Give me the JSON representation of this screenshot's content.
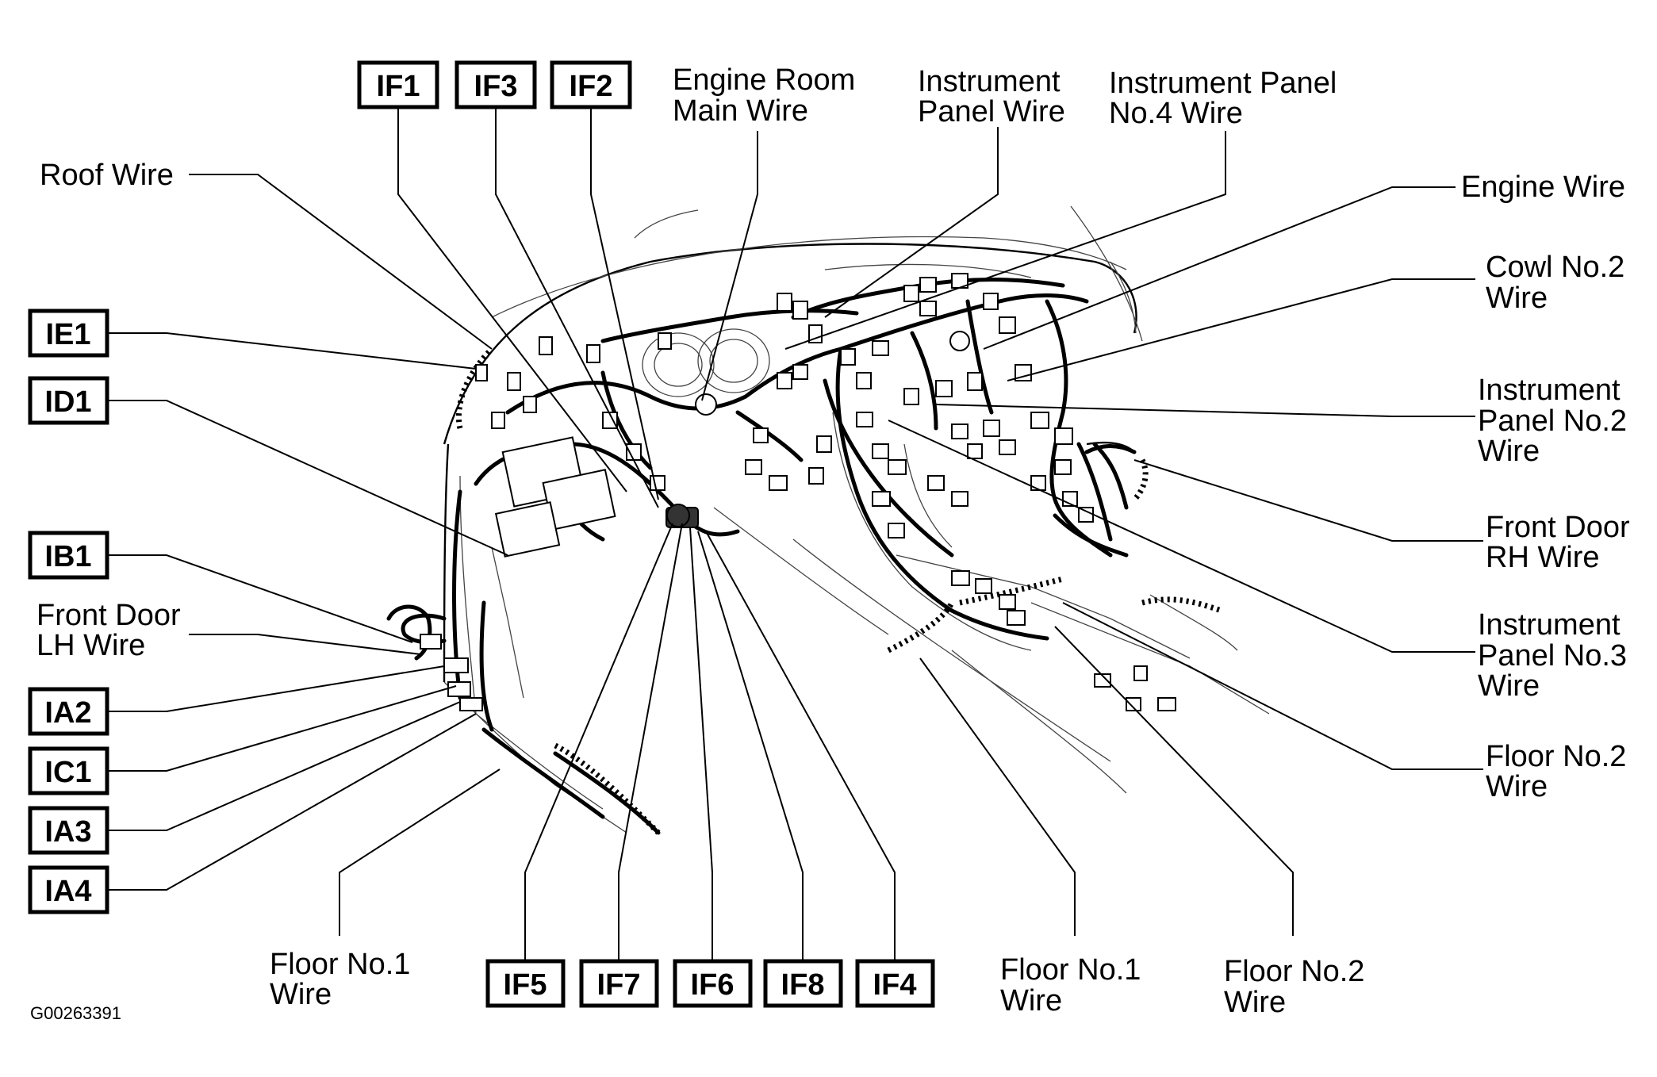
{
  "labels": {
    "roof_wire": "Roof Wire",
    "engine_room_main_wire_1": "Engine Room",
    "engine_room_main_wire_2": "Main Wire",
    "instrument_panel_wire_1": "Instrument",
    "instrument_panel_wire_2": "Panel Wire",
    "instrument_panel_no4_wire_1": "Instrument Panel",
    "instrument_panel_no4_wire_2": "No.4 Wire",
    "engine_wire": "Engine Wire",
    "cowl_no2_wire_1": "Cowl No.2",
    "cowl_no2_wire_2": "Wire",
    "instrument_panel_no2_wire_1": "Instrument",
    "instrument_panel_no2_wire_2": "Panel No.2",
    "instrument_panel_no2_wire_3": "Wire",
    "front_door_rh_wire_1": "Front Door",
    "front_door_rh_wire_2": "RH Wire",
    "instrument_panel_no3_wire_1": "Instrument",
    "instrument_panel_no3_wire_2": "Panel No.3",
    "instrument_panel_no3_wire_3": "Wire",
    "floor_no2_wire_right_1": "Floor No.2",
    "floor_no2_wire_right_2": "Wire",
    "floor_no2_wire_bottom_1": "Floor No.2",
    "floor_no2_wire_bottom_2": "Wire",
    "floor_no1_wire_bottom_1": "Floor No.1",
    "floor_no1_wire_bottom_2": "Wire",
    "floor_no1_wire_left_1": "Floor No.1",
    "floor_no1_wire_left_2": "Wire",
    "front_door_lh_wire_1": "Front Door",
    "front_door_lh_wire_2": "LH Wire"
  },
  "connectors": {
    "if1": "IF1",
    "if3": "IF3",
    "if2": "IF2",
    "ie1": "IE1",
    "id1": "ID1",
    "ib1": "IB1",
    "ia2": "IA2",
    "ic1": "IC1",
    "ia3": "IA3",
    "ia4": "IA4",
    "if5": "IF5",
    "if7": "IF7",
    "if6": "IF6",
    "if8": "IF8",
    "if4": "IF4"
  },
  "figure_code": "G00263391"
}
